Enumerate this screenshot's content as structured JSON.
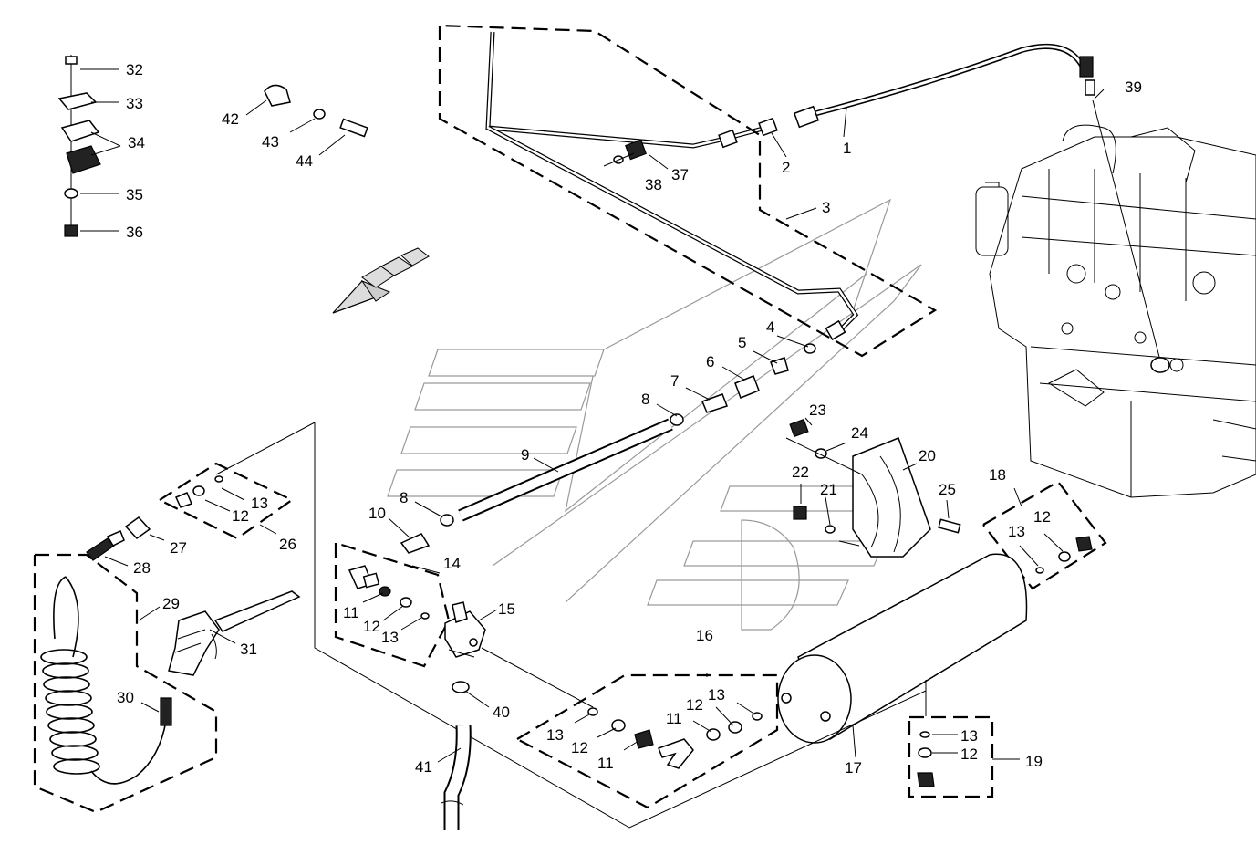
{
  "callouts": [
    {
      "id": "1",
      "label": "1"
    },
    {
      "id": "2",
      "label": "2"
    },
    {
      "id": "3",
      "label": "3"
    },
    {
      "id": "4",
      "label": "4"
    },
    {
      "id": "5",
      "label": "5"
    },
    {
      "id": "6",
      "label": "6"
    },
    {
      "id": "7",
      "label": "7"
    },
    {
      "id": "8a",
      "label": "8"
    },
    {
      "id": "8b",
      "label": "8"
    },
    {
      "id": "9",
      "label": "9"
    },
    {
      "id": "10",
      "label": "10"
    },
    {
      "id": "11a",
      "label": "11"
    },
    {
      "id": "11b",
      "label": "11"
    },
    {
      "id": "11c",
      "label": "11"
    },
    {
      "id": "12a",
      "label": "12"
    },
    {
      "id": "12b",
      "label": "12"
    },
    {
      "id": "12c",
      "label": "12"
    },
    {
      "id": "12d",
      "label": "12"
    },
    {
      "id": "12e",
      "label": "12"
    },
    {
      "id": "12f",
      "label": "12"
    },
    {
      "id": "13a",
      "label": "13"
    },
    {
      "id": "13b",
      "label": "13"
    },
    {
      "id": "13c",
      "label": "13"
    },
    {
      "id": "13d",
      "label": "13"
    },
    {
      "id": "13e",
      "label": "13"
    },
    {
      "id": "13f",
      "label": "13"
    },
    {
      "id": "14",
      "label": "14"
    },
    {
      "id": "15",
      "label": "15"
    },
    {
      "id": "16",
      "label": "16"
    },
    {
      "id": "17",
      "label": "17"
    },
    {
      "id": "18",
      "label": "18"
    },
    {
      "id": "19",
      "label": "19"
    },
    {
      "id": "20",
      "label": "20"
    },
    {
      "id": "21",
      "label": "21"
    },
    {
      "id": "22",
      "label": "22"
    },
    {
      "id": "23",
      "label": "23"
    },
    {
      "id": "24",
      "label": "24"
    },
    {
      "id": "25",
      "label": "25"
    },
    {
      "id": "26",
      "label": "26"
    },
    {
      "id": "27",
      "label": "27"
    },
    {
      "id": "28",
      "label": "28"
    },
    {
      "id": "29",
      "label": "29"
    },
    {
      "id": "30",
      "label": "30"
    },
    {
      "id": "31",
      "label": "31"
    },
    {
      "id": "32",
      "label": "32"
    },
    {
      "id": "33",
      "label": "33"
    },
    {
      "id": "34",
      "label": "34"
    },
    {
      "id": "35",
      "label": "35"
    },
    {
      "id": "36",
      "label": "36"
    },
    {
      "id": "37",
      "label": "37"
    },
    {
      "id": "38",
      "label": "38"
    },
    {
      "id": "39",
      "label": "39"
    },
    {
      "id": "40",
      "label": "40"
    },
    {
      "id": "41",
      "label": "41"
    },
    {
      "id": "42",
      "label": "42"
    },
    {
      "id": "43",
      "label": "43"
    },
    {
      "id": "44",
      "label": "44"
    }
  ],
  "colors": {
    "line": "#000000",
    "faint": "#9a9a9a",
    "background": "#ffffff"
  }
}
